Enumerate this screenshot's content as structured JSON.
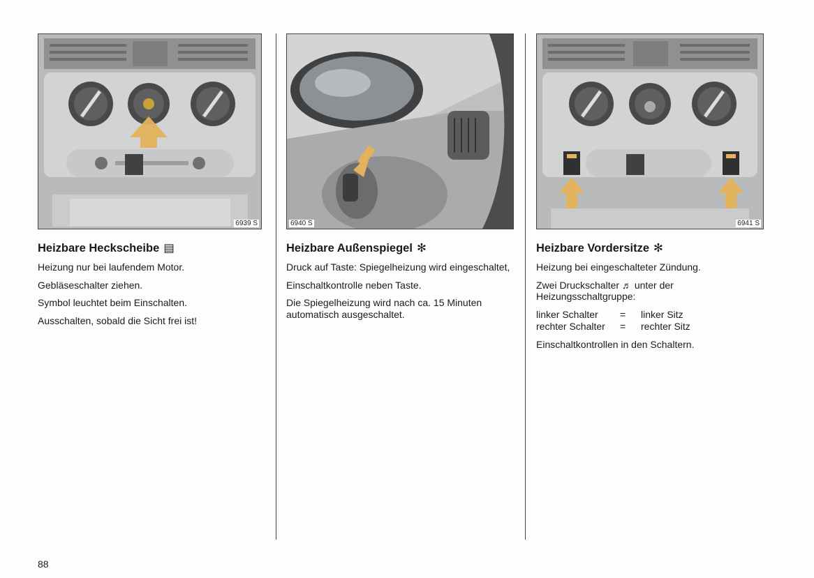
{
  "page_number": "88",
  "columns": [
    {
      "figure_code": "6939 S",
      "title": "Heizbare Heckscheibe",
      "title_icon": "rear-window-heating-icon",
      "paragraphs": [
        "Heizung nur bei laufendem Motor.",
        "Gebläseschalter ziehen.",
        "Symbol leuchtet beim Einschalten.",
        "Ausschalten, sobald die Sicht frei ist!"
      ]
    },
    {
      "figure_code": "6940 S",
      "title": "Heizbare Außenspiegel",
      "title_icon": "heating-star-icon",
      "paragraphs": [
        "Druck auf Taste: Spiegelheizung wird eingeschaltet,",
        "Einschaltkontrolle neben Taste.",
        "Die Spiegelheizung wird nach ca. 15 Minuten automatisch ausgeschaltet."
      ]
    },
    {
      "figure_code": "6941 S",
      "title": "Heizbare Vordersitze",
      "title_icon": "heating-star-icon",
      "paragraphs": [
        "Heizung bei eingeschalteter Zündung.",
        "Zwei Druckschalter",
        "unter der Heizungsschaltgruppe:"
      ],
      "switch_table": [
        {
          "left": "linker Schalter",
          "eq": "=",
          "right": "linker Sitz"
        },
        {
          "left": "rechter Schalter",
          "eq": "=",
          "right": "rechter Sitz"
        }
      ],
      "footer_paragraph": "Einschaltkontrollen in den Schaltern."
    }
  ]
}
